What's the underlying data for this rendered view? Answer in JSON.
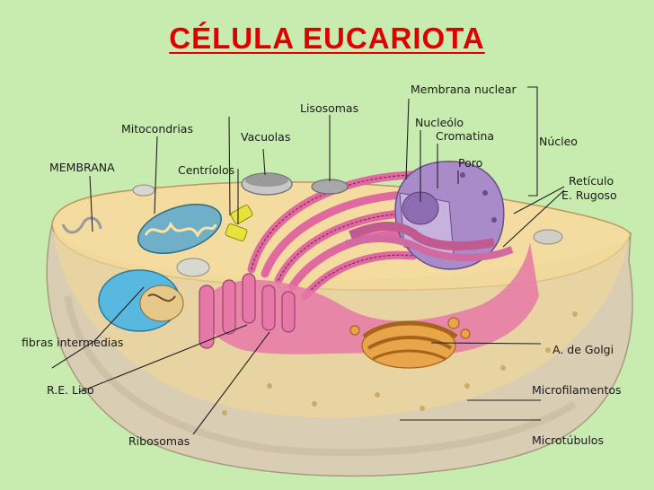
{
  "title": "CÉLULA EUCARIOTA",
  "colors": {
    "background": "#c8ebb0",
    "title": "#e00000",
    "cytoplasm": "#f4dca0",
    "outer_body": "#d9cdb4",
    "reticulum": "#e06aa0",
    "nucleus": "#a98bc9",
    "golgi": "#e9a54a",
    "mitochondria": "#6fb0c8"
  },
  "labels": {
    "membrana_nuclear": "Membrana nuclear",
    "lisosomas": "Lisosomas",
    "nucleolo": "Nucleólo",
    "cromatina": "Cromatina",
    "mitocondrias": "Mitocondrias",
    "vacuolas": "Vacuolas",
    "nucleo": "Núcleo",
    "poro": "Poro",
    "membrana": "MEMBRANA",
    "centriolos": "Centríolos",
    "reticulo_1": "Retículo",
    "reticulo_2": "E. Rugoso",
    "fibras": "fibras intermedias",
    "golgi": "A. de Golgi",
    "re_liso": "R.E. Liso",
    "microfilamentos": "Microfilamentos",
    "ribosomas": "Ribosomas",
    "microtubulos": "Microtúbulos"
  }
}
